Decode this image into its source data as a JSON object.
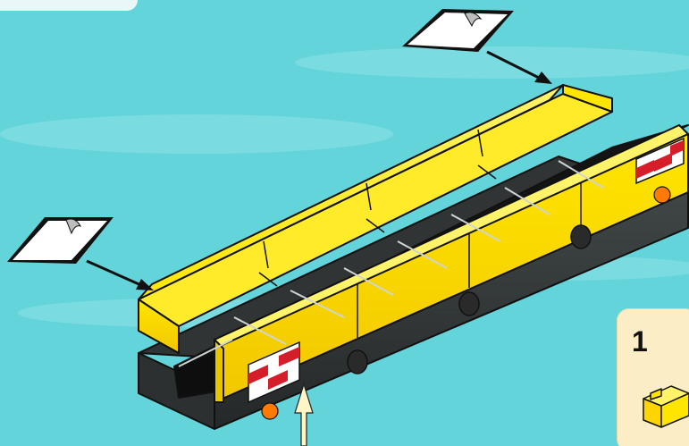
{
  "step_number": "1",
  "colors": {
    "background": "#63d4da",
    "body_yellow": "#ffe600",
    "dark_base": "#2d3131",
    "belt_black": "#111111",
    "warning_red": "#d61e2b",
    "panel_bg": "#fbeec6"
  },
  "callouts": [
    "sticker-callout-top",
    "sticker-callout-left"
  ],
  "icons": [
    "sticker-sheet-icon",
    "arrow-pointer-icon",
    "upward-arrow-icon",
    "warning-stripes-icon"
  ]
}
